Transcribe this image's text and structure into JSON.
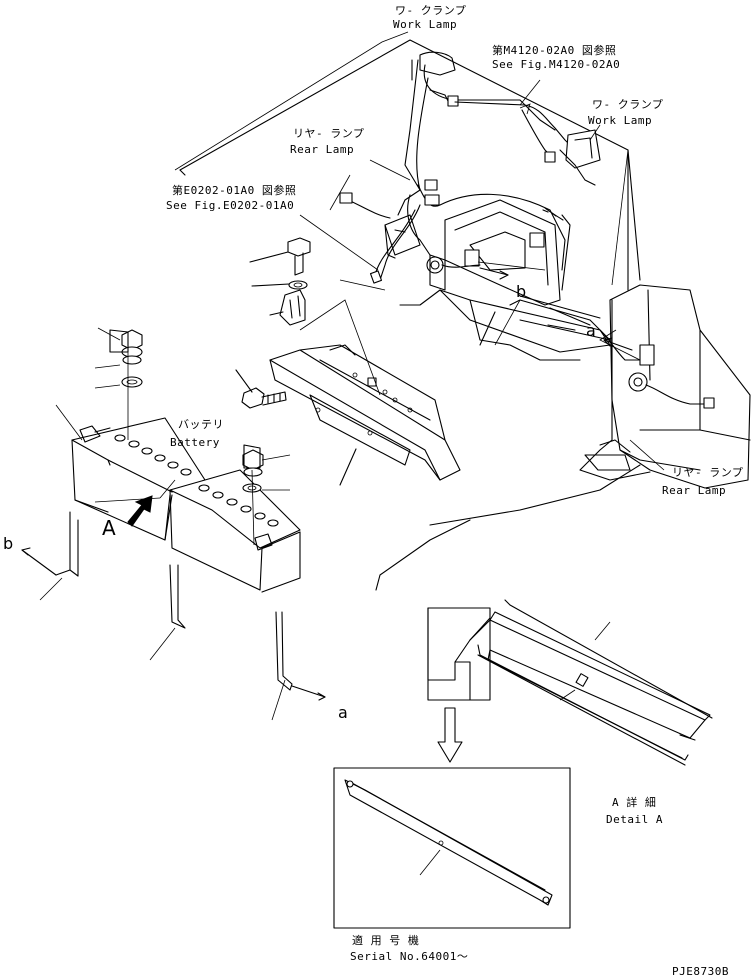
{
  "labels": {
    "work_lamp_top_jp": "ワ- クランプ",
    "work_lamp_top_en": "Work Lamp",
    "see_fig_m_jp": "第M4120-02A0 図参照",
    "see_fig_m_en": "See Fig.M4120-02A0",
    "work_lamp_right_jp": "ワ- クランプ",
    "work_lamp_right_en": "Work Lamp",
    "rear_lamp_top_jp": "リヤ- ランプ",
    "rear_lamp_top_en": "Rear Lamp",
    "see_fig_e_jp": "第E0202-01A0 図参照",
    "see_fig_e_en": "See Fig.E0202-01A0",
    "battery_jp": "バッテリ",
    "battery_en": "Battery",
    "rear_lamp_right_jp": "リヤ- ランプ",
    "rear_lamp_right_en": "Rear Lamp",
    "ref_b_right": "b",
    "ref_a_right": "a",
    "ref_b_left": "b",
    "ref_a_bottom": "a",
    "view_a": "A",
    "detail_jp": "A  詳  細",
    "detail_en": "Detail  A",
    "serial_jp": "適  用  号  機",
    "serial_en": "Serial No.64001～",
    "drawing_code": "PJE8730B"
  }
}
